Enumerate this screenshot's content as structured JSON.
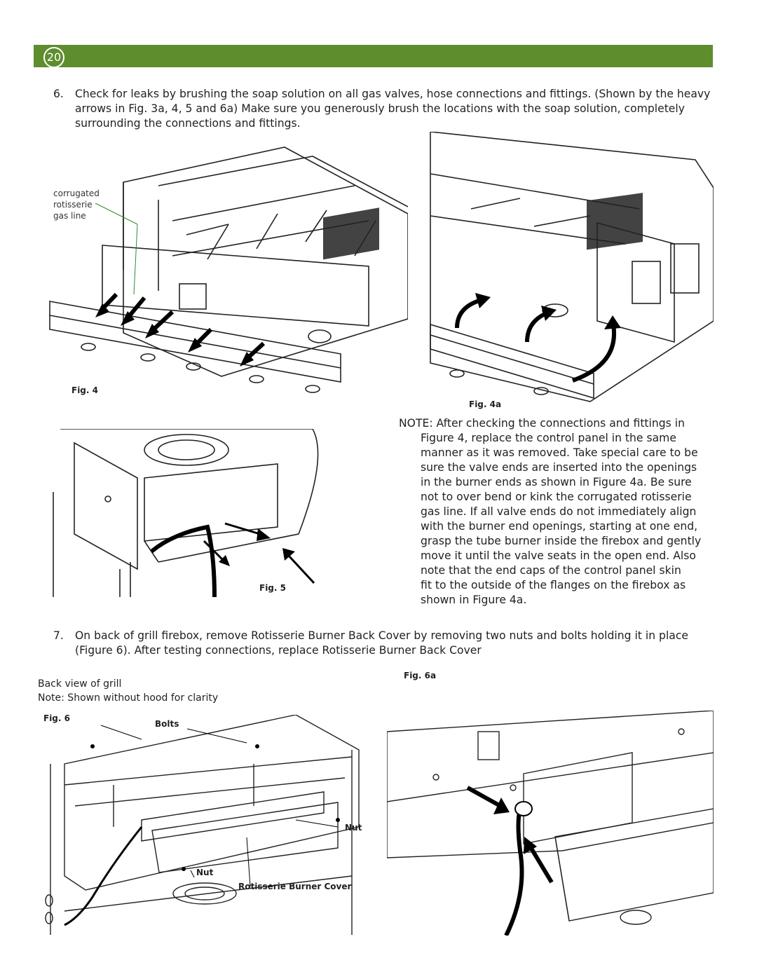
{
  "header": {
    "page_number": "20",
    "bar_color": "#5e8d2e"
  },
  "step6": {
    "number": "6.",
    "text": "Check for leaks by brushing the soap solution on all gas valves, hose connections and fittings. (Shown by the heavy arrows in Fig. 3a, 4, 5 and 6a) Make sure you generously brush the locations with the soap solution, completely surrounding the connections and fittings."
  },
  "fig4": {
    "caption": "Fig. 4",
    "callout": [
      "corrugated",
      "rotisserie",
      "gas line"
    ]
  },
  "fig4a": {
    "caption": "Fig. 4a"
  },
  "fig5": {
    "caption": "Fig. 5"
  },
  "note": {
    "lines": [
      "NOTE: After checking the connections and fittings in",
      "Figure 4, replace the control panel in the same",
      "manner as it was removed. Take special care to be",
      "sure the valve ends are inserted into the openings",
      "in the burner ends as shown in Figure 4a. Be sure",
      "not to over bend or kink the corrugated rotisserie",
      "gas line. If all valve ends do not immediately align",
      "with the burner end openings, starting at one end,",
      "grasp the tube burner inside the firebox and gently",
      "move it until the valve seats in the open end. Also",
      "note that the end caps of the control panel skin",
      "fit to the outside of the flanges on the firebox as",
      "shown in Figure 4a."
    ]
  },
  "step7": {
    "number": "7.",
    "text": "On back of grill firebox, remove Rotisserie Burner Back Cover by removing two nuts and bolts holding it in place (Figure 6). After testing connections, replace Rotisserie Burner Back Cover"
  },
  "fig6": {
    "caption": "Fig. 6",
    "back_view": "Back view of grill",
    "note": "Note: Shown without hood for clarity",
    "label_bolts": "Bolts",
    "label_nut_right": "Nut",
    "label_nut_left": "Nut",
    "label_cover": "Rotisserie Burner Cover"
  },
  "fig6a": {
    "caption": "Fig. 6a"
  }
}
